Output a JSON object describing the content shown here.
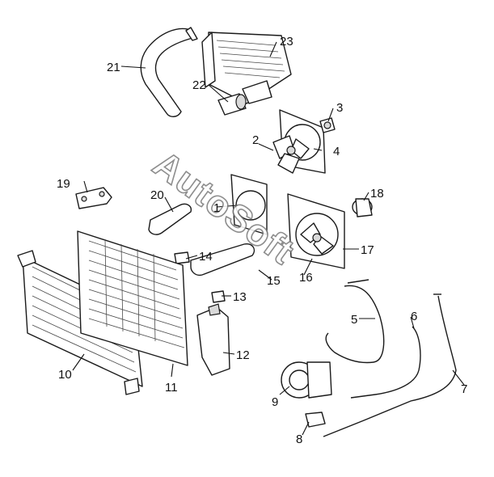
{
  "watermark": "AutoSoft",
  "callouts": [
    "1",
    "2",
    "3",
    "4",
    "5",
    "6",
    "7",
    "8",
    "9",
    "10",
    "11",
    "12",
    "13",
    "14",
    "15",
    "16",
    "17",
    "18",
    "19",
    "20",
    "21",
    "22",
    "23"
  ]
}
